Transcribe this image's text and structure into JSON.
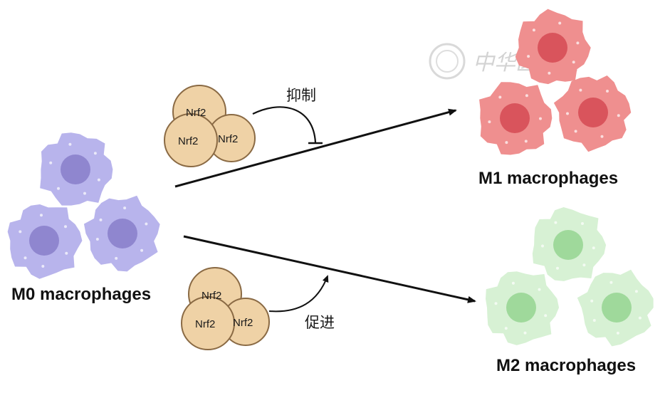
{
  "labels": {
    "m0": "M0 macrophages",
    "m1": "M1 macrophages",
    "m2": "M2 macrophages"
  },
  "nrf2_label": "Nrf2",
  "inhibit_label": "抑制",
  "promote_label": "促进",
  "watermark_text": "中华医学会",
  "colors": {
    "m0_cell": "#b8b4ec",
    "m0_nucleus": "#8f86cf",
    "m1_cell": "#ef8f8f",
    "m1_nucleus": "#d9545c",
    "m2_cell": "#d7f1d4",
    "m2_nucleus": "#9fd99b",
    "nrf2_fill": "#efd2a6",
    "nrf2_stroke": "#8a6a44",
    "arrow": "#111111"
  }
}
